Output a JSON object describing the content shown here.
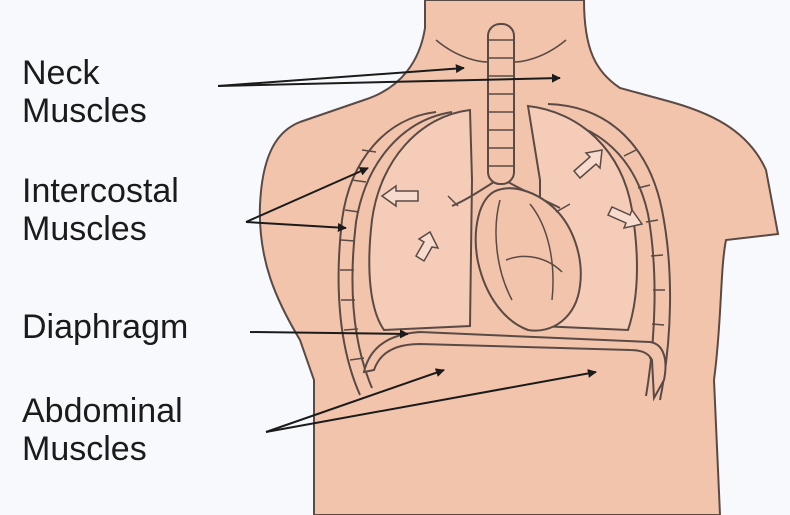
{
  "colors": {
    "background": "#f7f9fc",
    "skin": "#f2c4ab",
    "outline": "#5a4a46",
    "lung_fill": "#f5ccb8",
    "arrow": "#1b1b1b",
    "text": "#1b1b1b"
  },
  "labels": {
    "neck": [
      "Neck",
      "Muscles"
    ],
    "intercostal": [
      "Intercostal",
      "Muscles"
    ],
    "diaphragm": [
      "Diaphragm"
    ],
    "abdominal": [
      "Abdominal",
      "Muscles"
    ]
  },
  "icons": [
    "torso-outline",
    "trachea",
    "lungs",
    "heart",
    "ribcage",
    "diaphragm-muscle",
    "expansion-arrows"
  ]
}
